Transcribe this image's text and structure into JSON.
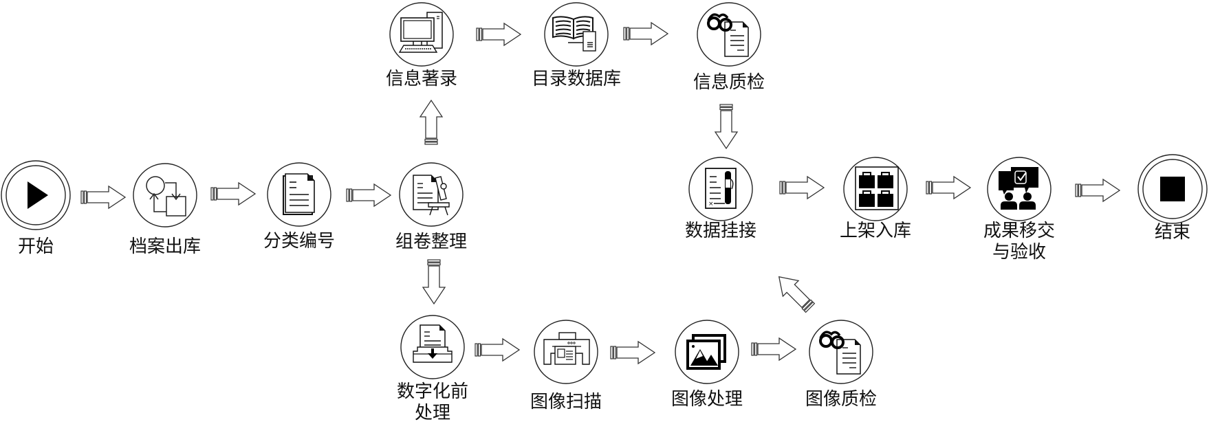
{
  "diagram": {
    "type": "process-flow",
    "colors": {
      "stroke": "#222222",
      "fill": "#000000",
      "background": "#ffffff"
    },
    "nodes": [
      {
        "id": "start",
        "label": "开始",
        "icon": "play-icon",
        "kind": "terminal"
      },
      {
        "id": "archive_out",
        "label": "档案出库",
        "icon": "transfer-cycle-icon",
        "kind": "step"
      },
      {
        "id": "classify",
        "label": "分类编号",
        "icon": "document-stack-icon",
        "kind": "step"
      },
      {
        "id": "assemble",
        "label": "组卷整理",
        "icon": "document-microscope-icon",
        "kind": "step"
      },
      {
        "id": "catalog",
        "label": "信息著录",
        "icon": "computer-icon",
        "kind": "step"
      },
      {
        "id": "catalog_db",
        "label": "目录数据库",
        "icon": "book-database-icon",
        "kind": "step"
      },
      {
        "id": "info_qc",
        "label": "信息质检",
        "icon": "glasses-document-icon",
        "kind": "step"
      },
      {
        "id": "data_link",
        "label": "数据挂接",
        "icon": "document-pen-icon",
        "kind": "step"
      },
      {
        "id": "shelve",
        "label": "上架入库",
        "icon": "storage-boxes-icon",
        "kind": "step"
      },
      {
        "id": "handover",
        "label": "成果移交\n与验收",
        "label_lines": [
          "成果移交",
          "与验收"
        ],
        "icon": "meeting-approval-icon",
        "kind": "step"
      },
      {
        "id": "end",
        "label": "结束",
        "icon": "stop-icon",
        "kind": "terminal"
      },
      {
        "id": "pre_digital",
        "label": "数字化前\n处理",
        "label_lines": [
          "数字化前",
          "处理"
        ],
        "icon": "document-tray-icon",
        "kind": "step"
      },
      {
        "id": "scan",
        "label": "图像扫描",
        "icon": "scanner-icon",
        "kind": "step"
      },
      {
        "id": "image_proc",
        "label": "图像处理",
        "icon": "image-gallery-icon",
        "kind": "step"
      },
      {
        "id": "image_qc",
        "label": "图像质检",
        "icon": "glasses-document-icon",
        "kind": "step"
      }
    ],
    "edges": [
      {
        "from": "start",
        "to": "archive_out"
      },
      {
        "from": "archive_out",
        "to": "classify"
      },
      {
        "from": "classify",
        "to": "assemble"
      },
      {
        "from": "assemble",
        "to": "catalog"
      },
      {
        "from": "catalog",
        "to": "catalog_db"
      },
      {
        "from": "catalog_db",
        "to": "info_qc"
      },
      {
        "from": "info_qc",
        "to": "data_link"
      },
      {
        "from": "assemble",
        "to": "pre_digital"
      },
      {
        "from": "pre_digital",
        "to": "scan"
      },
      {
        "from": "scan",
        "to": "image_proc"
      },
      {
        "from": "image_proc",
        "to": "image_qc"
      },
      {
        "from": "image_qc",
        "to": "data_link"
      },
      {
        "from": "data_link",
        "to": "shelve"
      },
      {
        "from": "shelve",
        "to": "handover"
      },
      {
        "from": "handover",
        "to": "end"
      }
    ]
  }
}
